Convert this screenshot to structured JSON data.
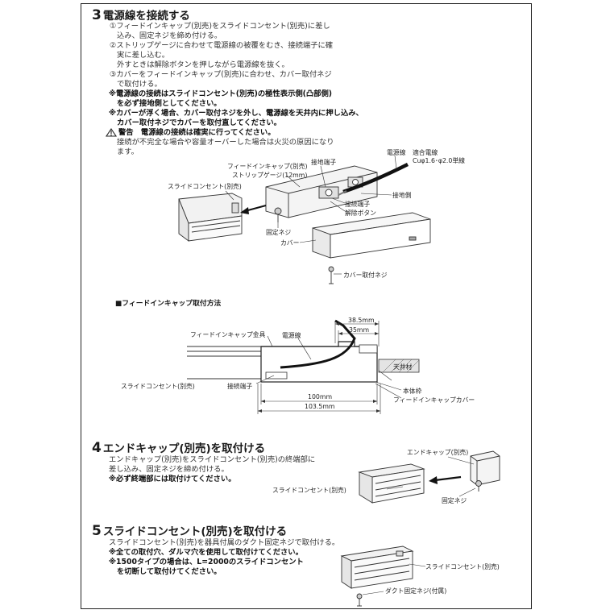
{
  "section3": {
    "num": "3",
    "title": "電源線を接続する",
    "steps": [
      "①フィードインキャップ(別売)をスライドコンセント(別売)に差し",
      "込み、固定ネジを締め付ける。",
      "②ストリップゲージに合わせて電源線の被覆をむき、接続端子に確",
      "実に差し込む。",
      "外すときは解除ボタンを押しながら電源線を抜く。",
      "③カバーをフィードインキャップ(別売)に合わせ、カバー取付ネジ",
      "で取付ける。"
    ],
    "notes": [
      "※電源線の接続はスライドコンセント(別売)の極性表示側(凸部側)",
      "を必ず接地側としてください。",
      "※カバーが浮く場合、カバー取付ネジを外し、電源線を天井内に押し込み、",
      "カバー取付ネジでカバーを取付直してください。"
    ],
    "warning_title": "警告　電源線の接続は確実に行ってください。",
    "warning_lines": [
      "接続が不完全な場合や容量オーバーした場合は火災の原因になり",
      "ます。"
    ],
    "diagram_labels": {
      "ground_terminal": "接地端子",
      "power_wire": "電源線",
      "wire_spec_1": "適合電線",
      "wire_spec_2": "Cuφ1.6･φ2.0単線",
      "feed_cap": "フィードインキャップ(別売)",
      "strip_gauge": "ストリップゲージ(12mm)",
      "slide_outlet": "スライドコンセント(別売)",
      "ground_side": "接地側",
      "connect_terminal": "接続端子",
      "release_button": "解除ボタン",
      "fix_screw": "固定ネジ",
      "cover": "カバー",
      "cover_screw": "カバー取付ネジ"
    }
  },
  "feedcap": {
    "title": "■フィードインキャップ取付方法",
    "labels": {
      "dim_385": "38.5mm",
      "dim_35": "35mm",
      "metal": "フィードインキャップ金具",
      "wire": "電源線",
      "ceiling": "天井材",
      "slide_outlet": "スライドコンセント(別売)",
      "terminal": "接続端子",
      "frame": "本体枠",
      "dim_100": "100mm",
      "dim_1035": "103.5mm",
      "cover": "フィードインキャップカバー"
    }
  },
  "section4": {
    "num": "4",
    "title": "エンドキャップ(別売)を取付ける",
    "lines": [
      "エンドキャップ(別売)をスライドコンセント(別売)の終端部に",
      "差し込み、固定ネジを締め付ける。"
    ],
    "note": "※必ず終端部には取付けてください。",
    "labels": {
      "endcap": "エンドキャップ(別売)",
      "slide_outlet": "スライドコンセント(別売)",
      "fix_screw": "固定ネジ"
    }
  },
  "section5": {
    "num": "5",
    "title": "スライドコンセント(別売)を取付ける",
    "lines": [
      "スライドコンセント(別売)を器具付属のダクト固定ネジで取付ける。"
    ],
    "notes": [
      "※全ての取付穴、ダルマ穴を使用して取付けてください。",
      "※1500タイプの場合は、L=2000のスライドコンセント",
      "を切断して取付けてください。"
    ],
    "labels": {
      "slide_outlet": "スライドコンセント(別売)",
      "duct_screw": "ダクト固定ネジ(付属)"
    }
  }
}
